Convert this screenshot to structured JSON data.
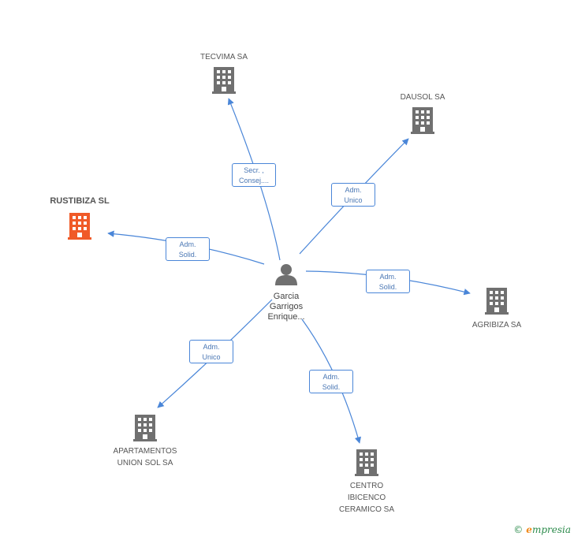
{
  "colors": {
    "edge": "#4a86d8",
    "building": "#707070",
    "highlight": "#f05a28",
    "person": "#707070"
  },
  "center": {
    "name_lines": [
      "Garcia",
      "Garrigos",
      "Enrique..."
    ],
    "icon": "person-icon"
  },
  "nodes": [
    {
      "id": "tecvima",
      "label_lines": [
        "TECVIMA SA"
      ],
      "icon": "building-icon",
      "highlight": false
    },
    {
      "id": "dausol",
      "label_lines": [
        "DAUSOL SA"
      ],
      "icon": "building-icon",
      "highlight": false
    },
    {
      "id": "rustibiza",
      "label_lines": [
        "RUSTIBIZA SL"
      ],
      "icon": "building-icon",
      "highlight": true
    },
    {
      "id": "agribiza",
      "label_lines": [
        "AGRIBIZA SA"
      ],
      "icon": "building-icon",
      "highlight": false
    },
    {
      "id": "apartamentos",
      "label_lines": [
        "APARTAMENTOS",
        "UNION SOL SA"
      ],
      "icon": "building-icon",
      "highlight": false
    },
    {
      "id": "centro",
      "label_lines": [
        "CENTRO",
        "IBICENCO",
        "CERAMICO SA"
      ],
      "icon": "building-icon",
      "highlight": false
    }
  ],
  "edges": [
    {
      "to": "tecvima",
      "label_lines": [
        "Secr. ,",
        "Consej...."
      ]
    },
    {
      "to": "dausol",
      "label_lines": [
        "Adm.",
        "Unico"
      ]
    },
    {
      "to": "rustibiza",
      "label_lines": [
        "Adm.",
        "Solid."
      ]
    },
    {
      "to": "agribiza",
      "label_lines": [
        "Adm.",
        "Solid."
      ]
    },
    {
      "to": "apartamentos",
      "label_lines": [
        "Adm.",
        "Unico"
      ]
    },
    {
      "to": "centro",
      "label_lines": [
        "Adm.",
        "Solid."
      ]
    }
  ],
  "footer": {
    "copyright": "©",
    "brand_initial": "e",
    "brand_rest": "mpresia"
  }
}
